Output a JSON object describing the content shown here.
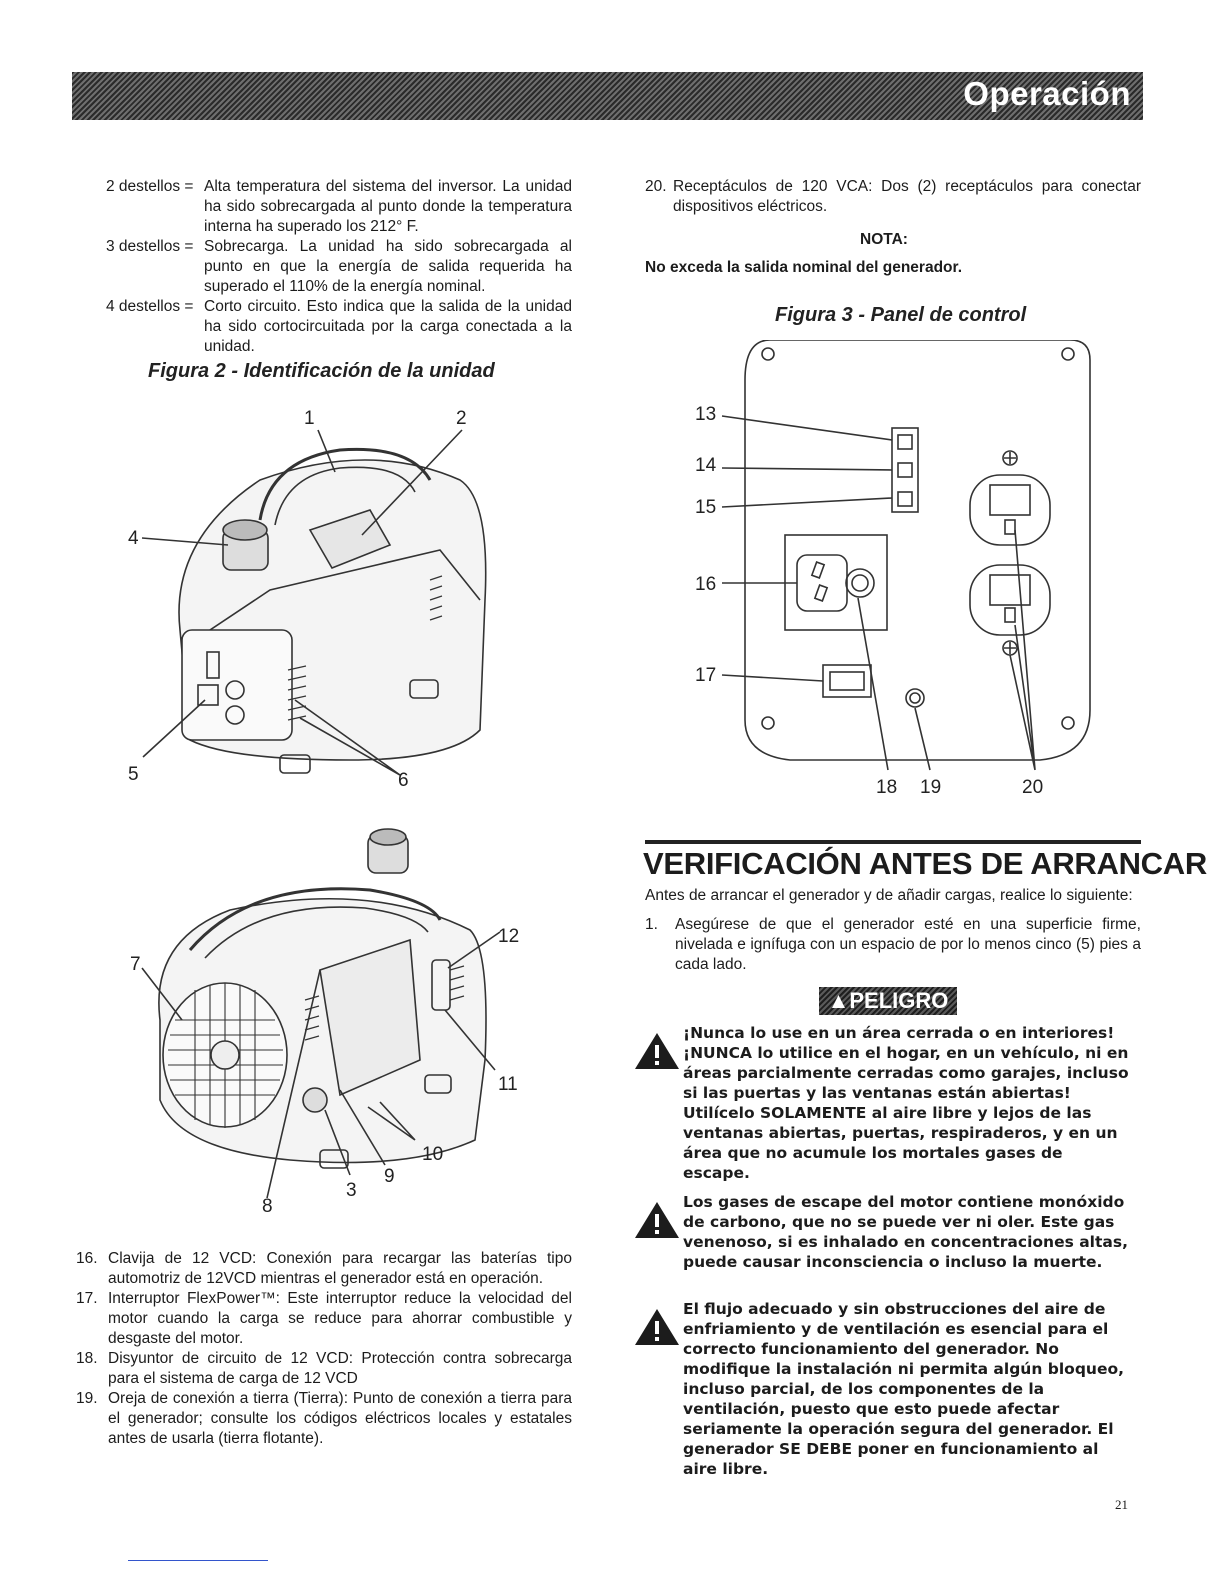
{
  "header": {
    "title": "Operación"
  },
  "flash_codes": [
    {
      "key": "2 destellos =",
      "text": "Alta temperatura del sistema del inversor. La unidad ha sido sobrecargada al punto donde la temperatura interna ha superado los 212° F."
    },
    {
      "key": "3 destellos =",
      "text": "Sobrecarga. La unidad ha sido sobrecargada al punto en que la energía de salida requerida ha superado el 110% de la energía nominal."
    },
    {
      "key": "4 destellos =",
      "text": "Corto circuito. Esto indica que la salida de la unidad ha sido cortocircuitada por la carga conectada a la unidad."
    }
  ],
  "figure2": {
    "title": "Figura 2 - Identificación de la unidad",
    "callouts_top": [
      "1",
      "2",
      "4",
      "5",
      "6"
    ],
    "callouts_bottom": [
      "7",
      "12",
      "11",
      "10",
      "9",
      "3",
      "8"
    ]
  },
  "right_item_20": {
    "num": "20.",
    "text": "Receptáculos de 120 VCA: Dos (2) receptáculos para conectar dispositivos eléctricos."
  },
  "nota": {
    "label": "NOTA:",
    "text": "No exceda la salida nominal del generador."
  },
  "figure3": {
    "title": "Figura 3 - Panel de control",
    "callouts": [
      "13",
      "14",
      "15",
      "16",
      "17",
      "18",
      "19",
      "20"
    ]
  },
  "verificacion": {
    "title": "VERIFICACIÓN ANTES DE ARRANCAR",
    "intro": "Antes de arrancar el generador y de añadir cargas, realice lo siguiente:",
    "items": [
      {
        "num": "1.",
        "text": "Asegúrese de que el generador esté en una superficie firme, nivelada e ignífuga con un espacio de por lo menos cinco (5) pies a cada lado."
      }
    ]
  },
  "peligro": {
    "label": "PELIGRO",
    "warnings": [
      "¡Nunca lo use en un área cerrada o en interiores! ¡NUNCA lo utilice en el hogar, en un vehículo, ni en áreas parcialmente cerradas como garajes, incluso si las puertas y las ventanas están abiertas! Utilícelo SOLAMENTE al aire libre y lejos de las ventanas abiertas, puertas, respiraderos, y en un área que no acumule los mortales gases de escape.",
      "Los gases de escape del motor contiene monóxido de carbono, que no se puede ver ni oler. Este gas venenoso, si es inhalado en concentraciones altas, puede causar inconsciencia o incluso la muerte.",
      "El flujo adecuado y sin obstrucciones del aire de enfriamiento y de ventilación es esencial para el correcto funcionamiento del generador. No modifique la instalación ni permita algún bloqueo, incluso parcial, de los componentes de la ventilación, puesto que esto puede afectar seriamente la operación segura del generador. El generador SE DEBE poner en funcionamiento al aire libre."
    ]
  },
  "left_items": [
    {
      "num": "16.",
      "text": "Clavija de 12 VCD: Conexión para recargar las baterías tipo automotriz de 12VCD mientras el generador está en operación."
    },
    {
      "num": "17.",
      "text": "Interruptor FlexPower™: Este interruptor reduce la velocidad del motor cuando la carga se reduce para ahorrar combustible y desgaste del motor."
    },
    {
      "num": "18.",
      "text": "Disyuntor de circuito de 12 VCD: Protección contra sobrecarga para el sistema de carga de 12 VCD"
    },
    {
      "num": "19.",
      "text": "Oreja de conexión a tierra (Tierra): Punto de conexión a tierra para el generador; consulte los códigos eléctricos locales y estatales antes de usarla (tierra flotante)."
    }
  ],
  "page_number": "21"
}
